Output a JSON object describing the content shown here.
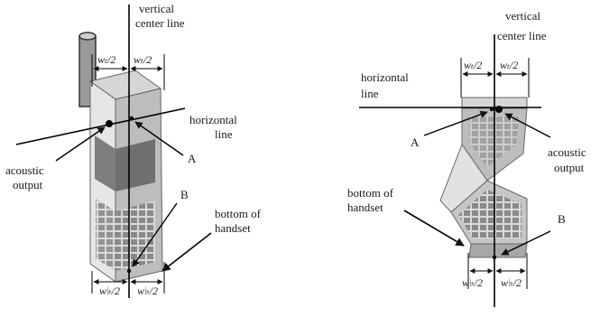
{
  "left_figure": {
    "vertical_line_label": [
      "vertical",
      "center line"
    ],
    "horizontal_line_label": [
      "horizontal",
      "line"
    ],
    "acoustic_output_label": [
      "acoustic",
      "output"
    ],
    "point_a": "A",
    "point_b": "B",
    "bottom_label": [
      "bottom of",
      "handset"
    ],
    "top_dim_left": "wₜ/2",
    "top_dim_right": "wₜ/2",
    "bottom_dim_left": "w♭/2",
    "bottom_dim_right": "w♭/2"
  },
  "right_figure": {
    "vertical_line_label": [
      "vertical",
      "center line"
    ],
    "horizontal_line_label": [
      "horizontal",
      "line"
    ],
    "acoustic_output_label": [
      "acoustic",
      "output"
    ],
    "point_a": "A",
    "point_b": "B",
    "bottom_label": [
      "bottom of",
      "handset"
    ],
    "top_dim_left": "wₜ/2",
    "top_dim_right": "wₜ/2",
    "bottom_dim_left": "w♭/2",
    "bottom_dim_right": "w♭/2"
  }
}
